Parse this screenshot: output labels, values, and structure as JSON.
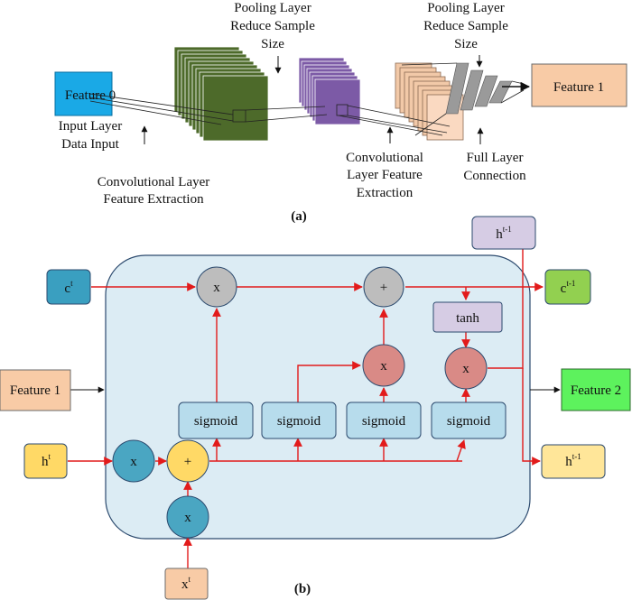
{
  "part_a": {
    "feature_in": "Feature 0",
    "input_layer": [
      "Input Layer",
      "Data Input"
    ],
    "conv_layer_1": [
      "Convolutional Layer",
      "Feature Extraction"
    ],
    "pool_layer_1": [
      "Pooling Layer",
      "Reduce Sample",
      "Size"
    ],
    "conv_layer_2": [
      "Convolutional",
      "Layer Feature",
      "Extraction"
    ],
    "pool_layer_2": [
      "Pooling Layer",
      "Reduce Sample",
      "Size"
    ],
    "full_layer": [
      "Full Layer",
      "Connection"
    ],
    "feature_out": "Feature 1",
    "caption": "(a)"
  },
  "part_b": {
    "c_in": "c",
    "c_in_sup": "t",
    "c_out": "c",
    "c_out_sup": "t-1",
    "h_top": "h",
    "h_top_sup": "t-1",
    "h_in": "h",
    "h_in_sup": "t",
    "h_out": "h",
    "h_out_sup": "t-1",
    "x_in": "x",
    "x_in_sup": "t",
    "feature_in": "Feature 1",
    "feature_out": "Feature 2",
    "mult": "x",
    "plus": "+",
    "tanh": "tanh",
    "sigmoid": "sigmoid",
    "caption": "(b)"
  },
  "colors": {
    "red_arrow": "#e21b1b",
    "cell_bg": "#dcecf4",
    "sigmoid_box": "#b7dcec",
    "teal_circle": "#4aa6c2",
    "yellow": "#ffd966",
    "gray_circle": "#bdbdbd",
    "rose_circle": "#d98a86",
    "lavender": "#d6cce4",
    "salmon": "#f8cba6",
    "green_box": "#92d050",
    "bright_green": "#5df25d",
    "blue_box": "#1aa9e6",
    "conv_green": "#4d6a2a",
    "pool_purple": "#7c5aa6"
  }
}
